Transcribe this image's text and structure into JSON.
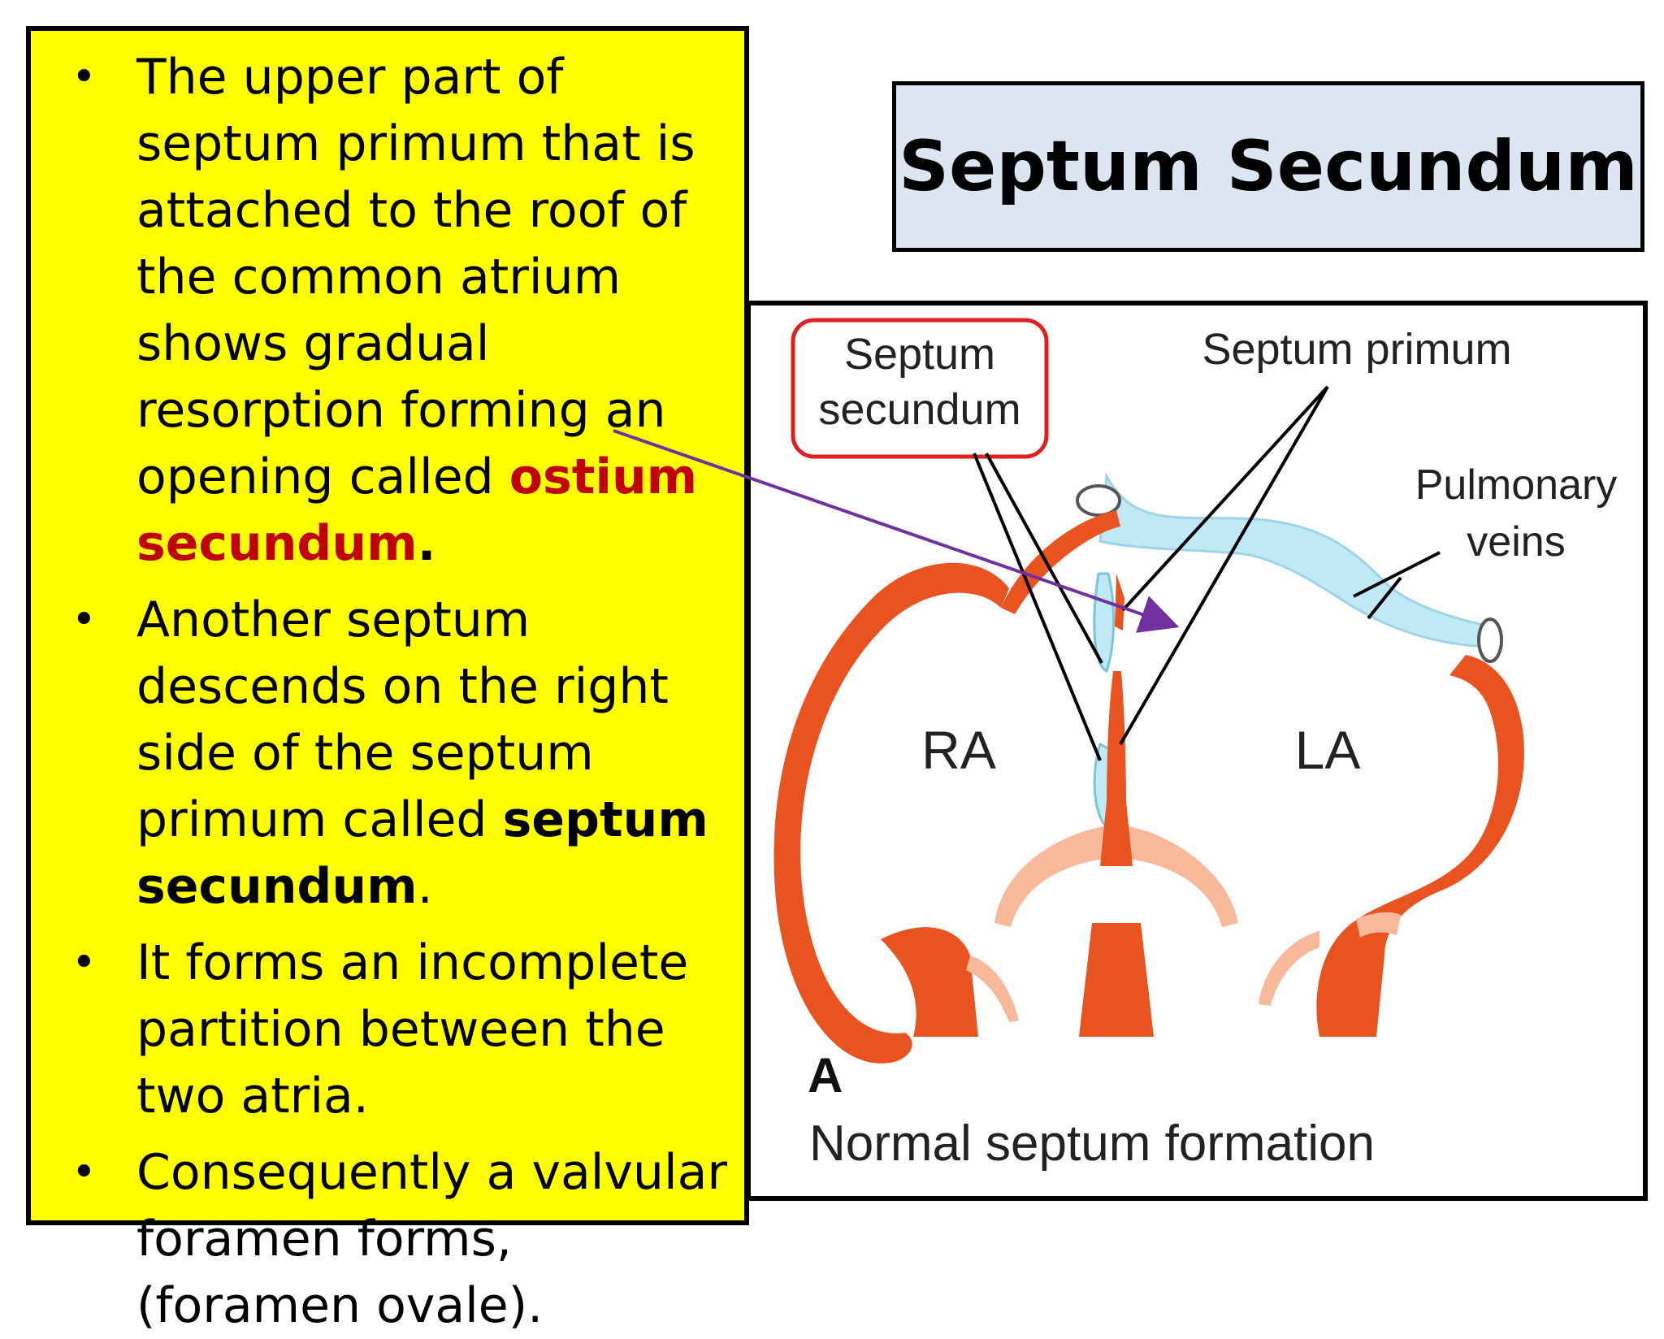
{
  "slide": {
    "title": "Septum Secundum",
    "bullets": [
      {
        "text_before": "The upper part of septum primum that is attached to the roof of the common atrium shows gradual resorption forming an opening called ",
        "emphasis": "ostium secundum",
        "text_after": "."
      },
      {
        "text_before": "Another septum descends on the right side of the septum primum called ",
        "emphasis": "septum secundum",
        "text_after": "."
      },
      {
        "text": "It forms an incomplete partition between the two atria."
      },
      {
        "text": "Consequently a valvular foramen forms, (foramen ovale)."
      }
    ]
  },
  "figure": {
    "label_septum_secundum_1": "Septum",
    "label_septum_secundum_2": "secundum",
    "label_septum_primum": "Septum primum",
    "label_pulmonary_1": "Pulmonary",
    "label_pulmonary_2": "veins",
    "label_ra": "RA",
    "label_la": "LA",
    "panel_letter": "A",
    "caption": "Normal septum formation"
  },
  "colors": {
    "bullet_box_bg": "#ffff00",
    "title_box_bg": "#dce6f2",
    "emphasis_red": "#c00000",
    "tissue_orange": "#e8531f",
    "tissue_light": "#f7b99a",
    "vein_blue": "#bfe9f5",
    "callout_red": "#e02020",
    "arrow_purple": "#7030a0"
  }
}
